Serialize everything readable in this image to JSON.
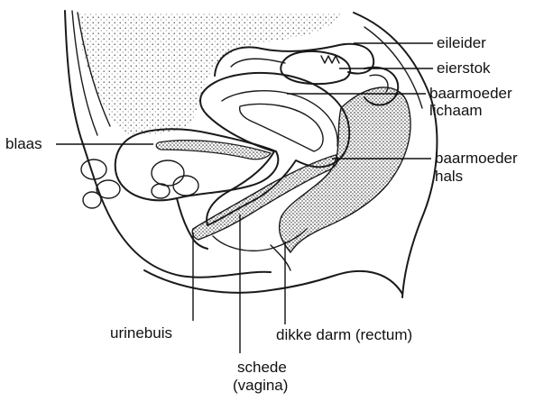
{
  "labels": {
    "oviduct": "eileider",
    "ovary": "eierstok",
    "uterus_body_1": "baarmoeder",
    "uterus_body_2": "lichaam",
    "bladder": "blaas",
    "cervix_1": "baarmoeder",
    "cervix_2": "hals",
    "urethra": "urinebuis",
    "rectum": "dikke darm (rectum)",
    "vagina_1": "schede",
    "vagina_2": "(vagina)"
  }
}
